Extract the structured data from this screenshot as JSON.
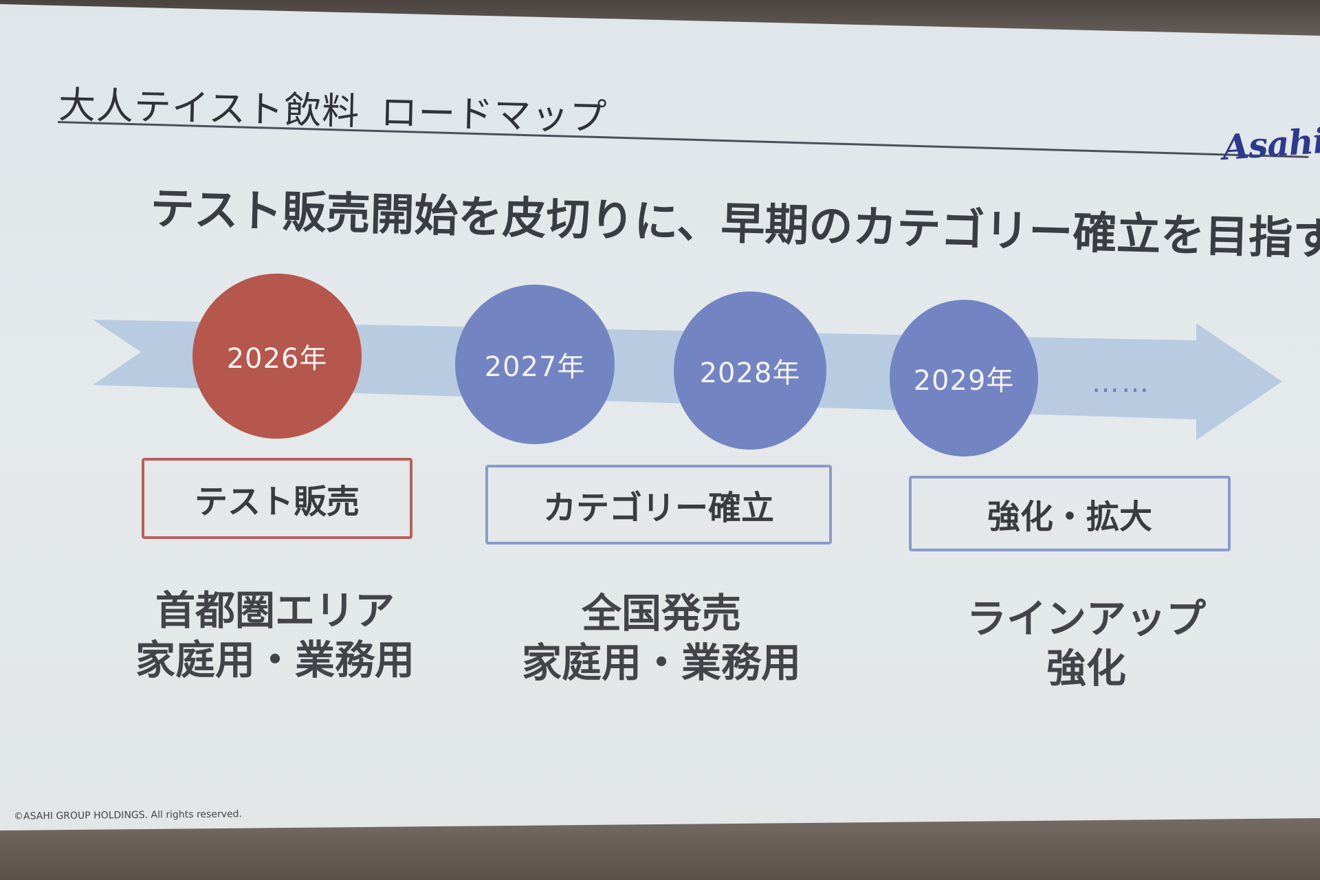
{
  "slide": {
    "heading_main": "大人テイスト飲料",
    "heading_sub": "ロードマップ",
    "logo_text": "Asahi",
    "headline": "テスト販売開始を皮切りに、早期のカテゴリー確立を目指す",
    "years": [
      "2026年",
      "2027年",
      "2028年",
      "2029年"
    ],
    "continuation": "……",
    "phases": [
      "テスト販売",
      "カテゴリー確立",
      "強化・拡大"
    ],
    "descriptions": [
      [
        "首都圏エリア",
        "家庭用・業務用"
      ],
      [
        "全国発売",
        "家庭用・業務用"
      ],
      [
        "ラインアップ",
        "強化"
      ]
    ],
    "copyright": "©ASAHI GROUP HOLDINGS. All rights reserved."
  },
  "colors": {
    "accent_red": "#b5574c",
    "accent_blue": "#7384c2",
    "arrow": "#b9cbe0",
    "brand_logo": "#2d3a8c"
  }
}
